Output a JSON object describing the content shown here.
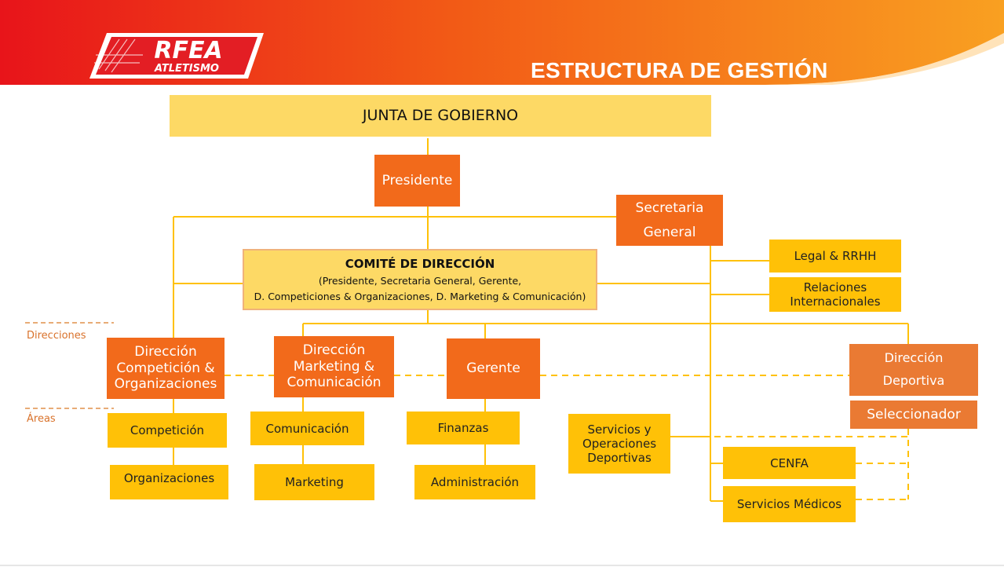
{
  "header": {
    "title": "ESTRUCTURA DE GESTIÓN",
    "logo": {
      "line1": "RFEA",
      "line2": "ATLETISMO"
    }
  },
  "colors": {
    "banner_start": "#e8141a",
    "banner_end": "#f9a021",
    "direction_box": "#f26a1b",
    "area_box": "#ffc107",
    "governance_box": "#fdd965",
    "connector": "#ffc107"
  },
  "labels": {
    "direcciones": "Direcciones",
    "areas": "Áreas"
  },
  "nodes": {
    "junta": "JUNTA DE GOBIERNO",
    "presidente": "Presidente",
    "secretaria": {
      "line1": "Secretaria",
      "line2": "General"
    },
    "comite": {
      "title": "COMITÉ DE DIRECCIÓN",
      "line1": "(Presidente, Secretaria  General, Gerente,",
      "line2": "D. Competiciones & Organizaciones, D. Marketing & Comunicación)"
    },
    "legal": "Legal & RRHH",
    "relaciones": {
      "line1": "Relaciones",
      "line2": "Internacionales"
    },
    "dir_competicion": {
      "line1": "Dirección",
      "line2": "Competición &",
      "line3": "Organizaciones"
    },
    "dir_marketing": {
      "line1": "Dirección",
      "line2": "Marketing &",
      "line3": "Comunicación"
    },
    "gerente": "Gerente",
    "dir_deportiva": {
      "line1": "Dirección",
      "line2": "Deportiva"
    },
    "seleccionador": "Seleccionador",
    "competicion": "Competición",
    "organizaciones": "Organizaciones",
    "comunicacion": "Comunicación",
    "marketing": "Marketing",
    "finanzas": "Finanzas",
    "administracion": "Administración",
    "servicios_operaciones": {
      "line1": "Servicios y",
      "line2": "Operaciones",
      "line3": "Deportivas"
    },
    "cenfa": "CENFA",
    "servicios_medicos": "Servicios Médicos"
  }
}
